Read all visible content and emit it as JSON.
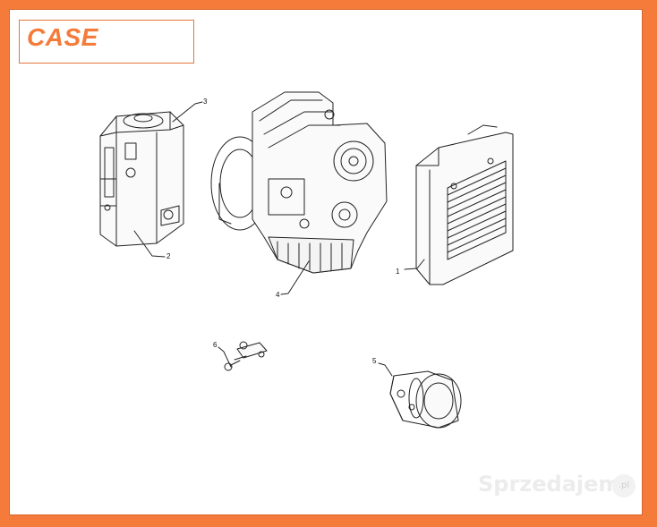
{
  "brand": {
    "logo_text": "CASE"
  },
  "callouts": [
    {
      "id": "radiator",
      "label": "1"
    },
    {
      "id": "hydraulic-tank",
      "label": "2"
    },
    {
      "id": "tank-cap",
      "label": "3"
    },
    {
      "id": "engine",
      "label": "4"
    },
    {
      "id": "travel-motor",
      "label": "5"
    },
    {
      "id": "linkage",
      "label": "6"
    }
  ],
  "watermark": {
    "text": "Sprzedajemy",
    "suffix": ".pl"
  },
  "colors": {
    "frame": "#f47b3a",
    "line": "#222222",
    "logo": "#f47b3a"
  }
}
